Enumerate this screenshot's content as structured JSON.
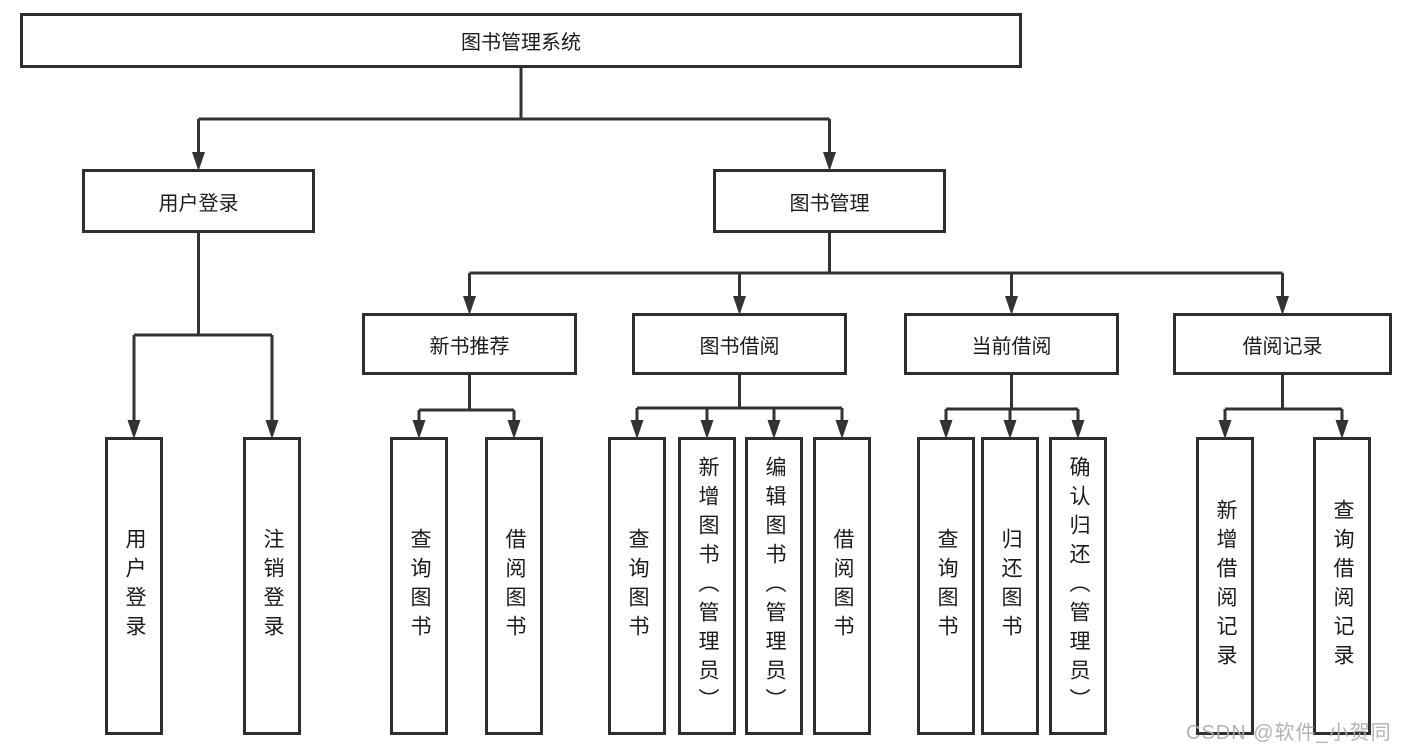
{
  "diagram_title": "图书管理系统",
  "tree": {
    "label": "图书管理系统",
    "children": [
      {
        "label": "用户登录",
        "children": [
          {
            "label": "用户登录"
          },
          {
            "label": "注销登录"
          }
        ]
      },
      {
        "label": "图书管理",
        "children": [
          {
            "label": "新书推荐",
            "children": [
              {
                "label": "查询图书"
              },
              {
                "label": "借阅图书"
              }
            ]
          },
          {
            "label": "图书借阅",
            "children": [
              {
                "label": "查询图书"
              },
              {
                "label": "新增图书（管理员）"
              },
              {
                "label": "编辑图书（管理员）"
              },
              {
                "label": "借阅图书"
              }
            ]
          },
          {
            "label": "当前借阅",
            "children": [
              {
                "label": "查询图书"
              },
              {
                "label": "归还图书"
              },
              {
                "label": "确认归还（管理员）"
              }
            ]
          },
          {
            "label": "借阅记录",
            "children": [
              {
                "label": "新增借阅记录"
              },
              {
                "label": "查询借阅记录"
              }
            ]
          }
        ]
      }
    ]
  },
  "watermark": {
    "text": "CSDN @软件_小贺同学"
  },
  "colors": {
    "line": "#333333",
    "box_border": "#2e2e2e",
    "box_text": "#1b1b1b",
    "watermark": "#aeaeae",
    "background": "#ffffff"
  }
}
